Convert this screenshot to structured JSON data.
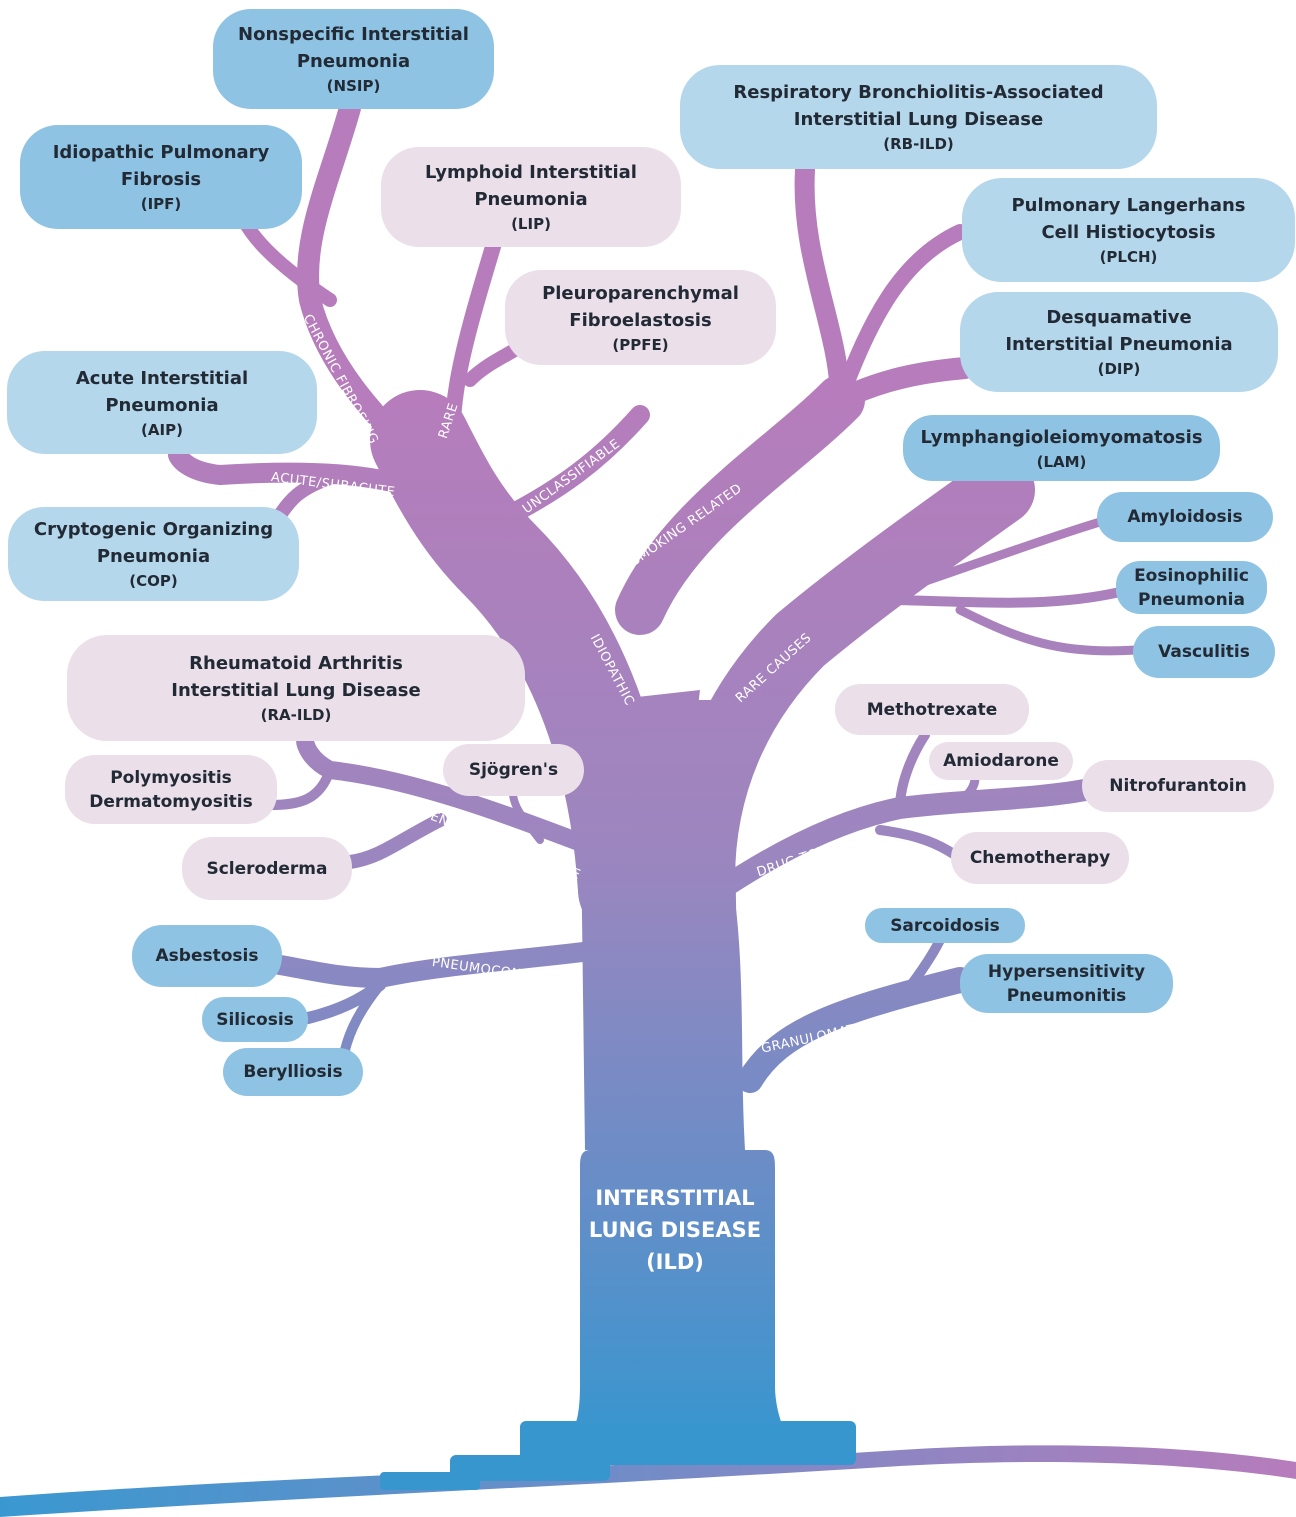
{
  "title": "INTERSTITIAL\nLUNG DISEASE\n(ILD)",
  "colors": {
    "branch_top": "#b77cbb",
    "branch_mid": "#9b85bf",
    "trunk_bottom": "#3896cf",
    "node_blue": "#8fc3e3",
    "node_light": "#b5d7eb",
    "node_pink": "#ebdfea"
  },
  "branch_labels": {
    "chronic_fibrosing": "CHRONIC FIBROSING",
    "rare": "RARE",
    "acute_subacute": "ACUTE/SUBACUTE",
    "unclassifiable": "UNCLASSIFIABLE",
    "smoking_related": "SMOKING RELATED",
    "idiopathic": "IDIOPATHIC",
    "rare_causes": "RARE CAUSES",
    "collagen_vascular_disease": "COLLAGEN VASCULAR DISEASE",
    "drug_toxicity": "DRUG TOXICITY",
    "pneumoconioses": "PNEUMOCONIOSES",
    "granulomatous": "GRANULOMATOUS"
  },
  "nodes": {
    "nsip": {
      "name": "Nonspecific Interstitial\nPneumonia",
      "abbr": "(NSIP)"
    },
    "ipf": {
      "name": "Idiopathic Pulmonary\nFibrosis",
      "abbr": "(IPF)"
    },
    "lip": {
      "name": "Lymphoid Interstitial\nPneumonia",
      "abbr": "(LIP)"
    },
    "ppfe": {
      "name": "Pleuroparenchymal\nFibroelastosis",
      "abbr": "(PPFE)"
    },
    "aip": {
      "name": "Acute Interstitial\nPneumonia",
      "abbr": "(AIP)"
    },
    "cop": {
      "name": "Cryptogenic Organizing\nPneumonia",
      "abbr": "(COP)"
    },
    "rbild": {
      "name": "Respiratory Bronchiolitis-Associated\nInterstitial Lung Disease",
      "abbr": "(RB-ILD)"
    },
    "plch": {
      "name": "Pulmonary Langerhans\nCell Histiocytosis",
      "abbr": "(PLCH)"
    },
    "dip": {
      "name": "Desquamative\nInterstitial Pneumonia",
      "abbr": "(DIP)"
    },
    "lam": {
      "name": "Lymphangioleiomyomatosis",
      "abbr": "(LAM)"
    },
    "amyloidosis": {
      "name": "Amyloidosis"
    },
    "eosinophilic": {
      "name": "Eosinophilic\nPneumonia"
    },
    "vasculitis": {
      "name": "Vasculitis"
    },
    "raild": {
      "name": "Rheumatoid Arthritis\nInterstitial Lung Disease",
      "abbr": "(RA-ILD)"
    },
    "sjogren": {
      "name": "Sjögren's"
    },
    "polymyositis": {
      "name": "Polymyositis\nDermatomyositis"
    },
    "scleroderma": {
      "name": "Scleroderma"
    },
    "methotrexate": {
      "name": "Methotrexate"
    },
    "amiodarone": {
      "name": "Amiodarone"
    },
    "nitrofurantoin": {
      "name": "Nitrofurantoin"
    },
    "chemotherapy": {
      "name": "Chemotherapy"
    },
    "asbestosis": {
      "name": "Asbestosis"
    },
    "silicosis": {
      "name": "Silicosis"
    },
    "berylliosis": {
      "name": "Berylliosis"
    },
    "sarcoidosis": {
      "name": "Sarcoidosis"
    },
    "hp": {
      "name": "Hypersensitivity\nPneumonitis"
    }
  }
}
